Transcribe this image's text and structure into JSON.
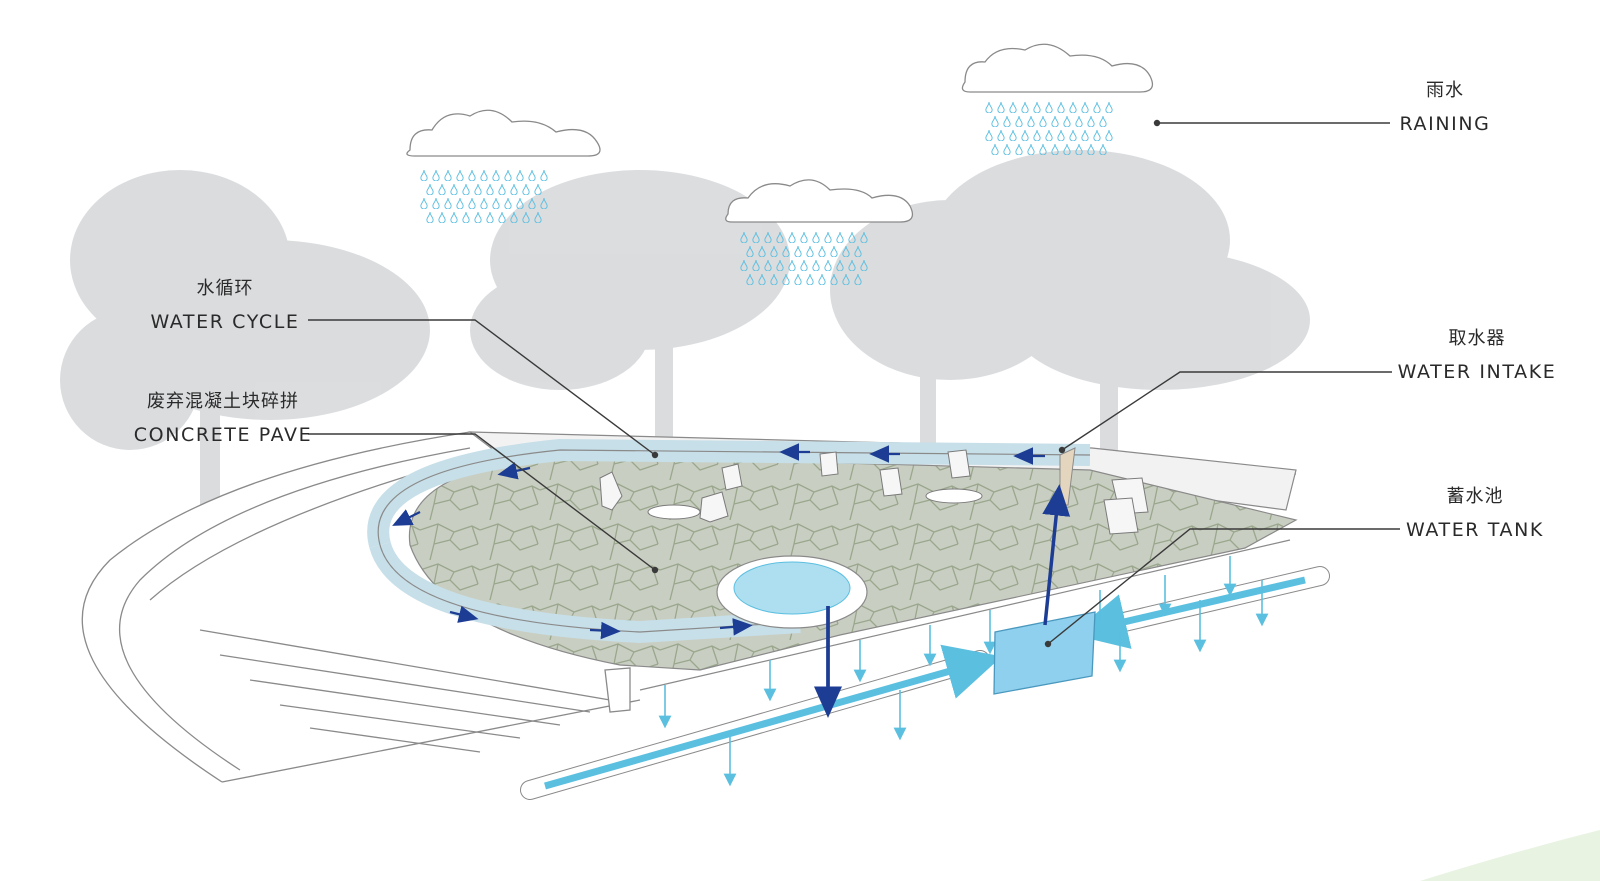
{
  "labels": {
    "raining": {
      "cn": "雨水",
      "en": "RAINING"
    },
    "water_cycle": {
      "cn": "水循环",
      "en": "WATER CYCLE"
    },
    "concrete_pave": {
      "cn": "废弃混凝土块碎拼",
      "en": "CONCRETE PAVE"
    },
    "water_intake": {
      "cn": "取水器",
      "en": "WATER INTAKE"
    },
    "water_tank": {
      "cn": "蓄水池",
      "en": "WATER TANK"
    }
  },
  "colors": {
    "water_light": "#5bbfe0",
    "water_dark": "#1d3d94",
    "tank_fill": "#8fd0ee",
    "tree": "#d9dbdd",
    "paving": "#c8cdbf",
    "leader": "#3a3a3a",
    "corner_accent": "#e8f3e2"
  },
  "icons": [
    "cloud-icon",
    "raindrop-icon",
    "flow-arrow-icon",
    "tree-silhouette",
    "chair-icon"
  ]
}
